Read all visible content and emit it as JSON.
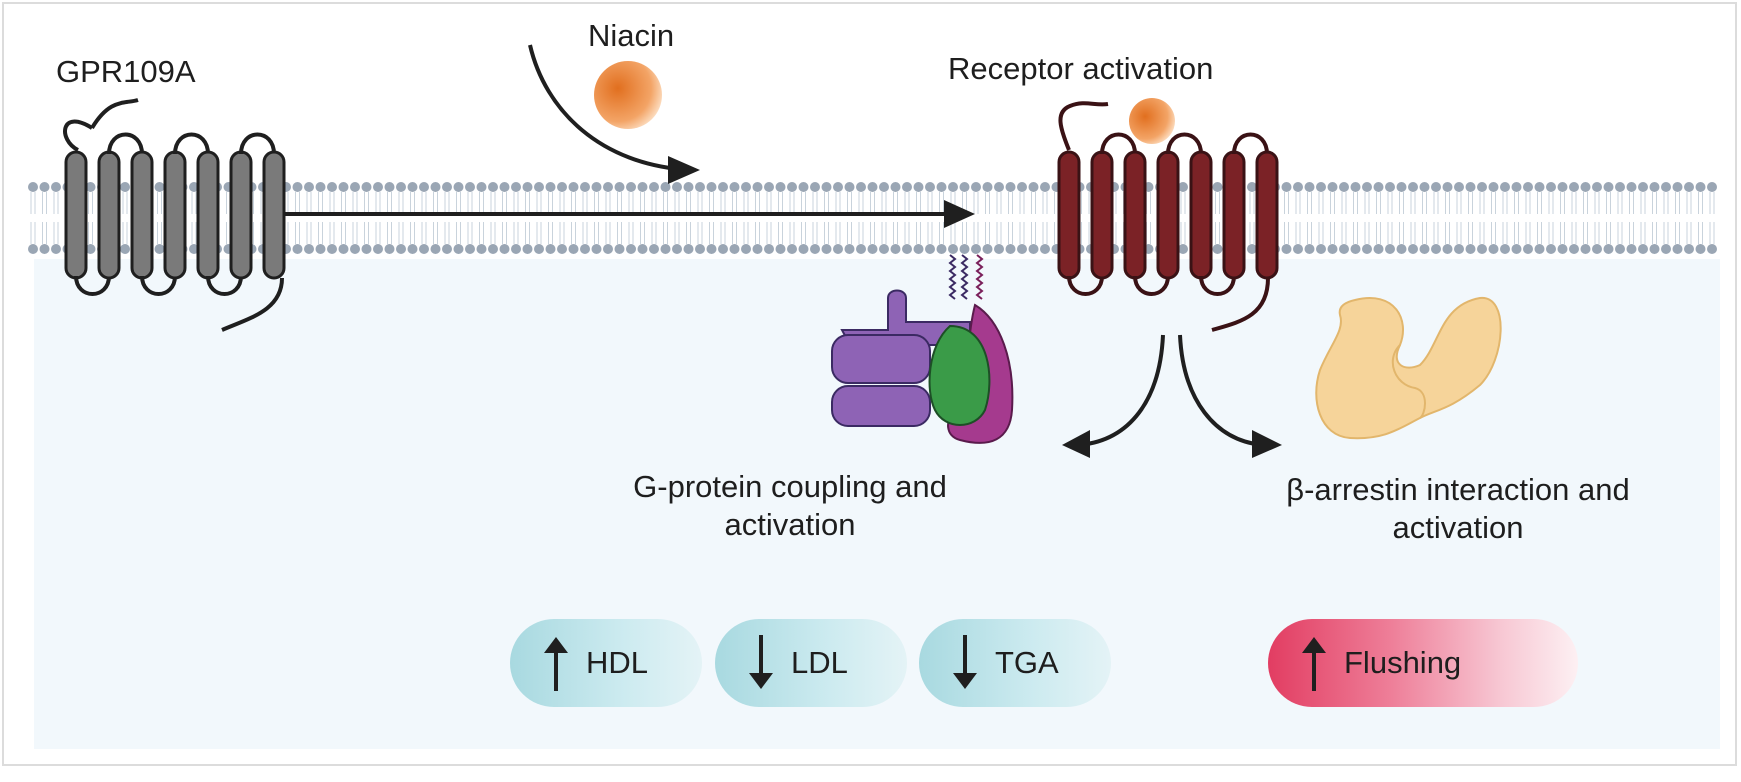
{
  "labels": {
    "gpr": "GPR109A",
    "niacin": "Niacin",
    "receptor": "Receptor activation",
    "gprotein": "G-protein coupling and activation",
    "arrestin": "β-arrestin interaction and activation"
  },
  "effects": [
    {
      "direction": "up",
      "label": "HDL"
    },
    {
      "direction": "down",
      "label": "LDL"
    },
    {
      "direction": "down",
      "label": "TGA"
    },
    {
      "direction": "up",
      "label": "Flushing"
    }
  ],
  "colors": {
    "inactive_receptor": "#7a7a7a",
    "active_receptor": "#7b2226",
    "niacin": "#e8843a",
    "gprotein_purple": "#8e63b5",
    "gprotein_green": "#3a9b48",
    "gprotein_magenta": "#a53a8e",
    "arrestin": "#f6d49a",
    "membrane_head": "#9aa6b4"
  }
}
